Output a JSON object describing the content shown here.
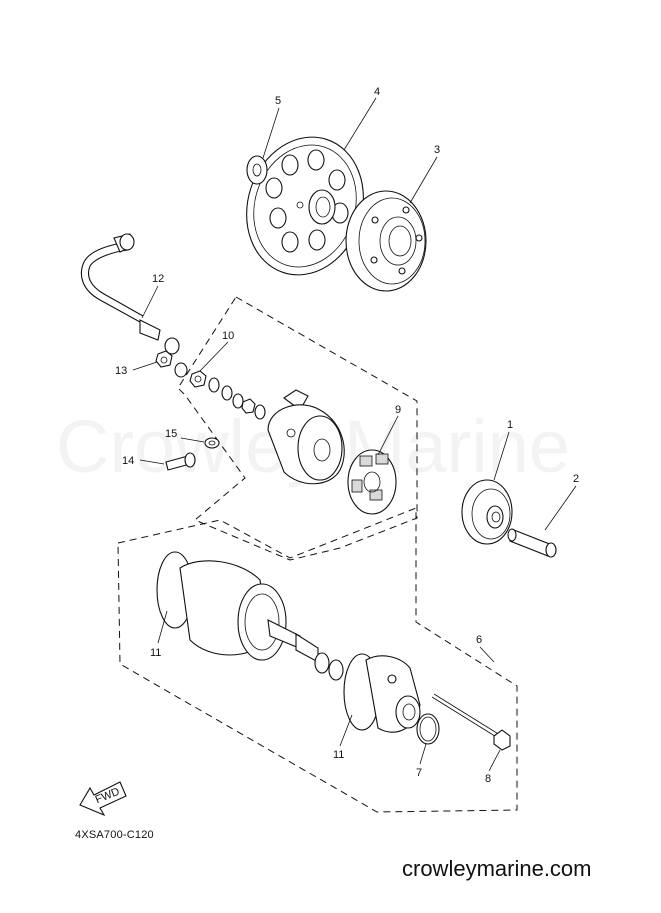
{
  "diagram": {
    "code": "4XSA700-C120",
    "website": "crowleymarine.com",
    "watermark": "Crowley Marine",
    "fwd_label": "FWD",
    "callouts": [
      "1",
      "2",
      "3",
      "4",
      "5",
      "6",
      "7",
      "8",
      "9",
      "10",
      "11",
      "11",
      "12",
      "13",
      "14",
      "15"
    ]
  }
}
